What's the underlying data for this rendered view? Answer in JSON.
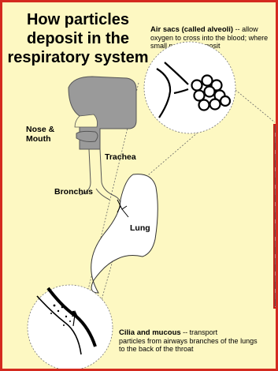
{
  "title": "How particles deposit in the respiratory system",
  "labels": {
    "nose_mouth": "Nose & Mouth",
    "trachea": "Trachea",
    "bronchus": "Bronchus",
    "lung": "Lung"
  },
  "alveoli": {
    "heading": "Air sacs (called alveoli)",
    "text_inline": " -- allow",
    "text_rest": "oxygen to cross into the blood; where small particles deposit"
  },
  "cilia": {
    "heading": "Cilia and mucous",
    "text_inline": " --   transport",
    "text_rest": "particles from airways branches of the lungs to the back of the throat"
  },
  "colors": {
    "background": "#fdf8c2",
    "border": "#d42a1f",
    "airway_gray": "#9a9a9a"
  }
}
